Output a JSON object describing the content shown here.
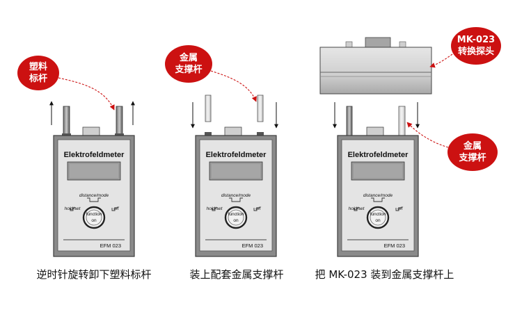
{
  "device": {
    "brand": "Elektrofeldmeter",
    "model": "EFM 023",
    "dial_top_label": "distance/mode",
    "dial_left_label": "hold/set",
    "dial_right_label": "off",
    "dial_center_label": "function",
    "dial_bottom_label": "on"
  },
  "panels": [
    {
      "callout": {
        "line1": "塑料",
        "line2": "标杆"
      },
      "caption": "逆时针旋转卸下塑料标杆"
    },
    {
      "callout": {
        "line1": "金属",
        "line2": "支撑杆"
      },
      "caption": "装上配套金属支撑杆"
    },
    {
      "callout_probe": {
        "line1": "MK-023",
        "line2": "转换探头"
      },
      "callout_rod": {
        "line1": "金属",
        "line2": "支撑杆"
      },
      "caption": "把 MK-023 装到金属支撑杆上"
    }
  ],
  "colors": {
    "callout_red": "#cc1111",
    "device_gray": "#8a8a8a",
    "panel_face": "#e4e4e4",
    "display": "#9a9a9a"
  }
}
